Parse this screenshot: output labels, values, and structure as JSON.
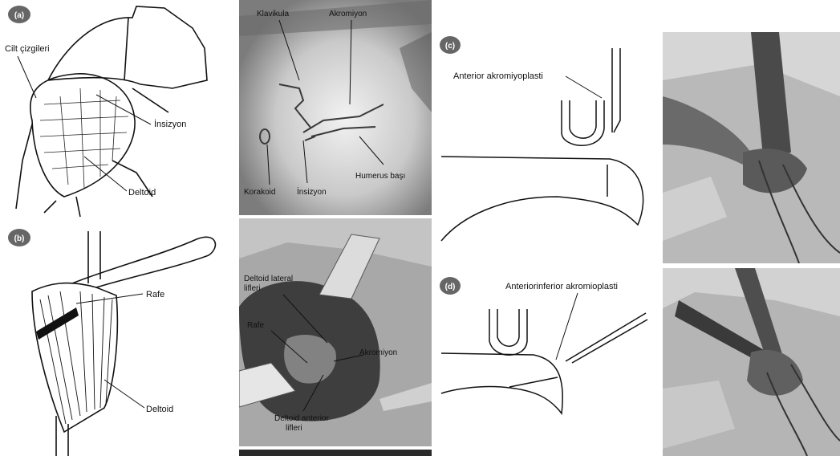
{
  "panels": {
    "a": {
      "badge": "(a)",
      "labels": {
        "cilt": "Cilt çizgileri",
        "insizyon": "İnsizyon",
        "deltoid": "Deltoid"
      }
    },
    "photo_top": {
      "labels": {
        "klavikula": "Klavikula",
        "akromiyon": "Akromiyon",
        "korakoid": "Korakoid",
        "insizyon": "İnsizyon",
        "humerus": "Humerus başı"
      }
    },
    "b": {
      "badge": "(b)",
      "labels": {
        "rafe": "Rafe",
        "deltoid": "Deltoid"
      }
    },
    "photo_mid": {
      "labels": {
        "lateral_1": "Deltoid lateral",
        "lateral_2": "lifleri",
        "rafe": "Rafe",
        "akromiyon": "Akromiyon",
        "anterior_1": "Deltoid anterior",
        "anterior_2": "lifleri"
      }
    },
    "c": {
      "badge": "(c)",
      "labels": {
        "anterior": "Anterior akromiyoplasti"
      }
    },
    "d": {
      "badge": "(d)",
      "labels": {
        "anteroinferior": "Anteriorinferior akromioplasti"
      }
    }
  }
}
